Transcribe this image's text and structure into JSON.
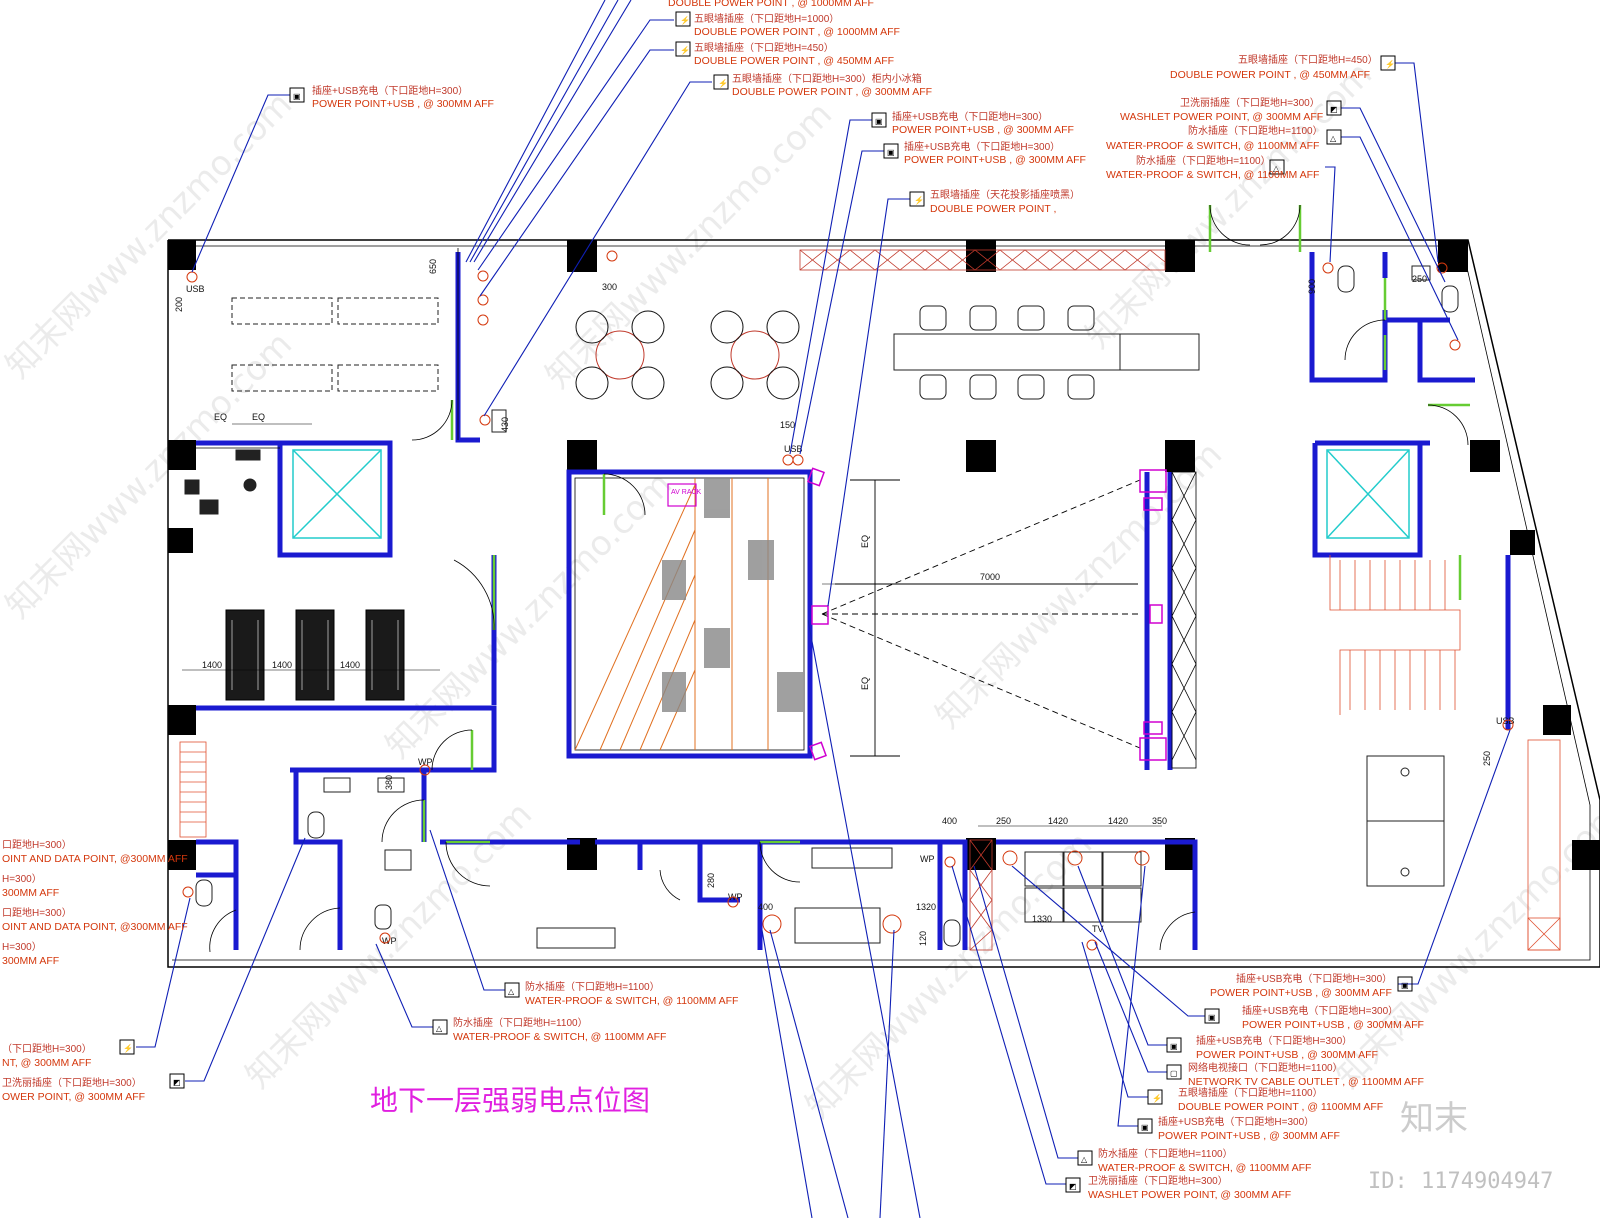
{
  "title": "地下一层强弱电点位图",
  "watermark": "知末网www.znzmo.com",
  "brand": {
    "logo": "知末",
    "id_label": "ID: 1174904947"
  },
  "colors": {
    "wall": "#1a1ad0",
    "structure": "#000000",
    "leader": "#0f1fb5",
    "label": "#d4380d",
    "title": "#e020e0",
    "door": "#66cc33",
    "furniture": "#222222",
    "stair": "#e05030",
    "elevator": "#22cccc",
    "projection": "#d000d0"
  },
  "callouts": [
    {
      "cn": "五眼墙插座（下口距地H=1000）",
      "en": "DOUBLE  POWER POINT , @ 1000MM AFF",
      "icon": "socket-icon"
    },
    {
      "cn": "五眼墙插座（下口距地H=450）",
      "en": "DOUBLE  POWER POINT , @ 450MM AFF",
      "icon": "socket-icon"
    },
    {
      "cn": "五眼墙插座（下口距地H=300）柜内小冰箱",
      "en": "DOUBLE  POWER POINT , @ 300MM AFF",
      "icon": "socket-icon"
    },
    {
      "cn": "插座+USB充电（下口距地H=300）",
      "en": "POWER POINT+USB , @ 300MM AFF",
      "icon": "usb-socket-icon"
    },
    {
      "cn": "插座+USB充电（下口距地H=300）",
      "en": "POWER POINT+USB , @ 300MM AFF",
      "icon": "usb-socket-icon"
    },
    {
      "cn": "插座+USB充电（下口距地H=300）",
      "en": "POWER POINT+USB , @ 300MM AFF",
      "icon": "usb-socket-icon"
    },
    {
      "cn": "五眼墙插座（天花投影插座喷黑）",
      "en": "DOUBLE  POWER POINT ,",
      "icon": "socket-icon"
    },
    {
      "cn": "五眼墙插座（下口距地H=450）",
      "en": "DOUBLE  POWER POINT , @ 450MM AFF",
      "icon": "socket-icon"
    },
    {
      "cn": "卫洗丽插座（下口距地H=300）",
      "en": "WASHLET POWER POINT, @ 300MM AFF",
      "icon": "washlet-socket-icon"
    },
    {
      "cn": "防水插座（下口距地H=1100）",
      "en": "WATER-PROOF  & SWITCH, @ 1100MM AFF",
      "icon": "waterproof-socket-icon"
    },
    {
      "cn": "防水插座（下口距地H=1100）",
      "en": "WATER-PROOF  & SWITCH, @ 1100MM AFF",
      "icon": "waterproof-socket-icon"
    },
    {
      "cn": "防水插座（下口距地H=1100）",
      "en": "WATER-PROOF  & SWITCH, @ 1100MM AFF",
      "icon": "waterproof-socket-icon"
    },
    {
      "cn": "防水插座（下口距地H=1100）",
      "en": "WATER-PROOF  & SWITCH, @ 1100MM AFF",
      "icon": "waterproof-socket-icon"
    },
    {
      "cn": "插座+USB充电（下口距地H=300）",
      "en": "POWER POINT+USB , @ 300MM AFF",
      "icon": "usb-socket-icon"
    },
    {
      "cn": "插座+USB充电（下口距地H=300）",
      "en": "POWER POINT+USB , @ 300MM AFF",
      "icon": "usb-socket-icon"
    },
    {
      "cn": "插座+USB充电（下口距地H=300）",
      "en": "POWER POINT+USB , @ 300MM AFF",
      "icon": "usb-socket-icon"
    },
    {
      "cn": "网络电视接口（下口距地H=1100）",
      "en": "NETWORK TV  CABLE  OUTLET , @ 1100MM AFF",
      "icon": "tv-outlet-icon"
    },
    {
      "cn": "五眼墙插座（下口距地H=1100）",
      "en": "DOUBLE  POWER POINT , @ 1100MM AFF",
      "icon": "socket-icon"
    },
    {
      "cn": "插座+USB充电（下口距地H=300）",
      "en": "POWER POINT+USB , @ 300MM AFF",
      "icon": "usb-socket-icon"
    },
    {
      "cn": "防水插座（下口距地H=1100）",
      "en": "WATER-PROOF  & SWITCH, @ 1100MM AFF",
      "icon": "waterproof-socket-icon"
    },
    {
      "cn": "卫洗丽插座（下口距地H=300）",
      "en": "WASHLET POWER POINT, @ 300MM AFF",
      "icon": "washlet-socket-icon"
    },
    {
      "cn": "口距地H=300）",
      "en": "OINT AND DATA POINT, @300MM AFF",
      "icon": ""
    },
    {
      "cn": "H=300）",
      "en": "300MM AFF",
      "icon": ""
    },
    {
      "cn": "口距地H=300）",
      "en": "OINT AND DATA POINT, @300MM AFF",
      "icon": ""
    },
    {
      "cn": "H=300）",
      "en": "300MM AFF",
      "icon": ""
    },
    {
      "cn": "（下口距地H=300）",
      "en": "NT, @ 300MM AFF",
      "icon": "socket-icon"
    },
    {
      "cn": "卫洗丽插座（下口距地H=300）",
      "en": "OWER POINT, @ 300MM AFF",
      "icon": "washlet-socket-icon"
    },
    {
      "cn": "",
      "en": "DOUBLE  POWER POINT , @ 1000MM AFF",
      "icon": ""
    }
  ],
  "dimensions": [
    "650",
    "300",
    "200",
    "430",
    "150",
    "EQ",
    "EQ",
    "1400",
    "1400",
    "1400",
    "7000",
    "EQ",
    "EQ",
    "250",
    "1420",
    "1420",
    "350",
    "400",
    "1320",
    "400",
    "120",
    "280",
    "250",
    "900",
    "1330",
    "380",
    "250",
    "USB",
    "USB",
    "USB",
    "TV",
    "WP",
    "WP",
    "WP",
    "WP"
  ],
  "room_tags": [
    "AV RACK"
  ]
}
